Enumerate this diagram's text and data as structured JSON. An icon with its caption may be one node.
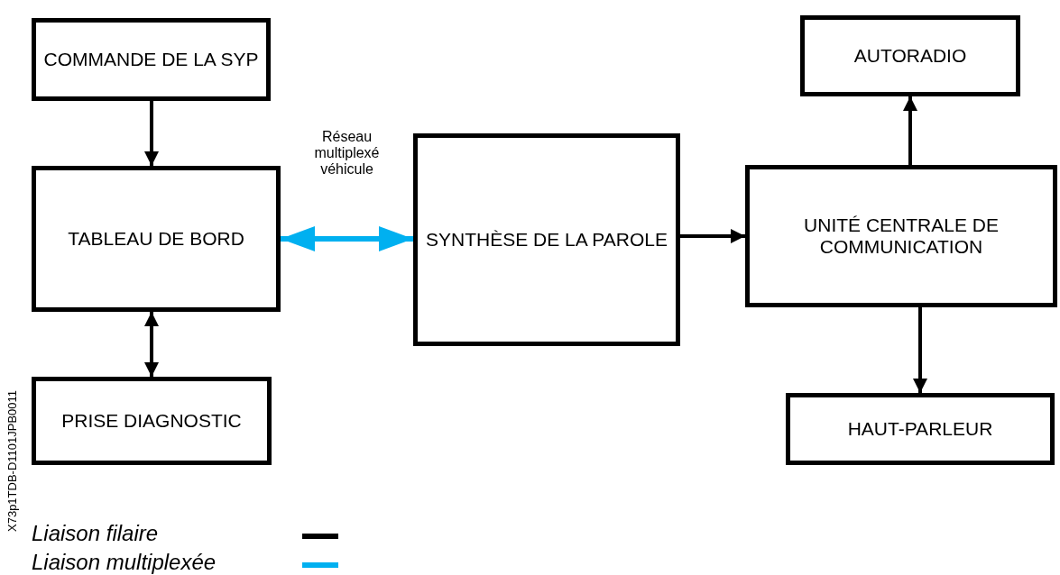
{
  "diagram": {
    "nodes": [
      {
        "text": [
          "COMMANDE DE LA SYP"
        ]
      },
      {
        "text": [
          "TABLEAU DE BORD"
        ]
      },
      {
        "text": [
          "PRISE DIAGNOSTIC"
        ]
      },
      {
        "text": [
          "SYNTHÈSE DE LA PAROLE"
        ]
      },
      {
        "text": [
          "UNITÉ CENTRALE DE COMMUNICATION"
        ]
      },
      {
        "text": [
          "AUTORADIO"
        ]
      },
      {
        "text": [
          "HAUT-PARLEUR"
        ]
      }
    ],
    "edges": [
      {
        "from": 0,
        "to": 1,
        "arrow": "to"
      },
      {
        "from": 1,
        "to": 2,
        "arrow": "both"
      },
      {
        "from": 1,
        "to": 3,
        "arrow": "both",
        "label": "Réseau multiplexé véhicule",
        "color": "#00b0f0"
      },
      {
        "from": 3,
        "to": 4,
        "arrow": "to"
      },
      {
        "from": 4,
        "to": 5,
        "arrow": "to"
      },
      {
        "from": 4,
        "to": 6,
        "arrow": "to"
      }
    ],
    "labels": [
      "X73p1TDB-D1101JPB0011"
    ],
    "legend": [
      {
        "text": "Liaison filaire",
        "color": "#000000"
      },
      {
        "text": "Liaison multiplexée",
        "color": "#00b0f0"
      }
    ]
  }
}
